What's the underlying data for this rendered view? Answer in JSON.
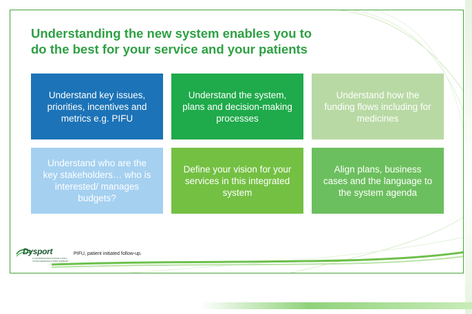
{
  "title_lines": [
    "Understanding the new system enables you to",
    "do the best for your service and your patients"
  ],
  "tiles": [
    {
      "text": "Understand key issues, priorities, incentives and metrics e.g. PIFU",
      "color": "#1c73b7"
    },
    {
      "text": "Understand the system, plans and decision-making processes",
      "color": "#1faa4b"
    },
    {
      "text": "Understand how the funding flows including for medicines",
      "color": "#b8d9a4"
    },
    {
      "text": "Understand who are the key stakeholders… who is interested/ manages budgets?",
      "color": "#a5d0f0"
    },
    {
      "text": "Define your vision for your services in this integrated system",
      "color": "#74c043"
    },
    {
      "text": "Align plans, business cases and the language to the system agenda",
      "color": "#6cbf5e"
    }
  ],
  "logo": {
    "name": "Dysport",
    "tagline_1": "CLOSTRIDIUM BOTULINUM TYPE A",
    "tagline_2": "TOXIN-HAEMAGGLUTININ COMPLEX"
  },
  "footnote": "PIFU, patient initiated follow-up."
}
